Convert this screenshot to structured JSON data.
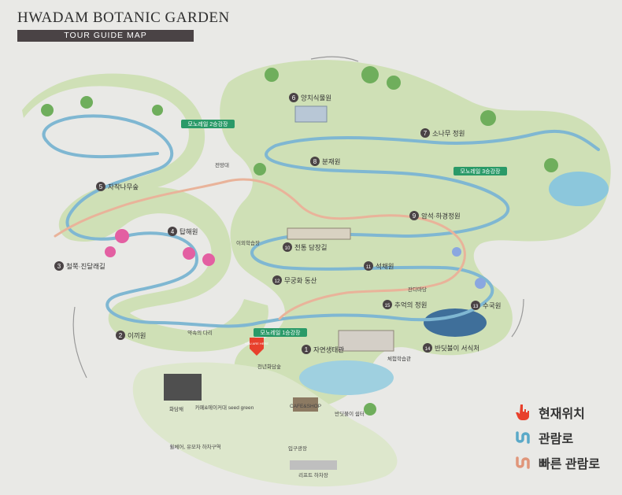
{
  "header": {
    "title": "HWADAM BOTANIC GARDEN",
    "subtitle": "TOUR GUIDE MAP"
  },
  "zones": [
    {
      "num": "1",
      "name": "자연생태관"
    },
    {
      "num": "2",
      "name": "이끼원"
    },
    {
      "num": "3",
      "name": "철쭉·진달래길"
    },
    {
      "num": "4",
      "name": "탑해원"
    },
    {
      "num": "5",
      "name": "자작나무숲"
    },
    {
      "num": "6",
      "name": "양치식물원"
    },
    {
      "num": "7",
      "name": "소나무 정원"
    },
    {
      "num": "8",
      "name": "분재원"
    },
    {
      "num": "9",
      "name": "암석·하경정원"
    },
    {
      "num": "10",
      "name": "전통 담장길"
    },
    {
      "num": "11",
      "name": "석채원"
    },
    {
      "num": "12",
      "name": "무궁화 동산"
    },
    {
      "num": "13",
      "name": "수국원"
    },
    {
      "num": "14",
      "name": "반딧불이 서식처"
    },
    {
      "num": "15",
      "name": "추억의 정원"
    }
  ],
  "stations": [
    {
      "label": "모노레일 2승강장"
    },
    {
      "label": "모노레일 3승강장"
    },
    {
      "label": "모노레일 1승강장"
    }
  ],
  "places": {
    "viewpoint": "전망대",
    "ticket": "화담채",
    "cafe": "CAFE&SHOP",
    "seed_bank": "카페&에이커대 seed green",
    "toilet_area": "휠체어, 유모차 하차구역",
    "entrance_plaza": "입구광장",
    "lift_stop": "리프트 하차장",
    "bridge": "약속의 다리",
    "learning": "체험학습관",
    "learning2": "체험학습관",
    "forest_playground": "이외학습장",
    "jindi": "잔디마당",
    "small": "천년화담숲",
    "observatory_n": "반딧불이 쉼터"
  },
  "you_are_here": "YOU ARE HERE",
  "legend": [
    {
      "icon": "hand-pointer-icon",
      "label": "현재위치",
      "color": "#e8402c"
    },
    {
      "icon": "trail-blue-icon",
      "label": "관람로",
      "color": "#5aa9c8"
    },
    {
      "icon": "trail-orange-icon",
      "label": "빠른 관람로",
      "color": "#e0967a"
    }
  ],
  "colors": {
    "land": "#cfe0b6",
    "background": "#e9e9e6",
    "path_blue": "#7fb7d2",
    "path_orange": "#e9b39a",
    "water": "#8cc7dc",
    "marker": "#e8402c",
    "header_bar": "#4a4345"
  }
}
